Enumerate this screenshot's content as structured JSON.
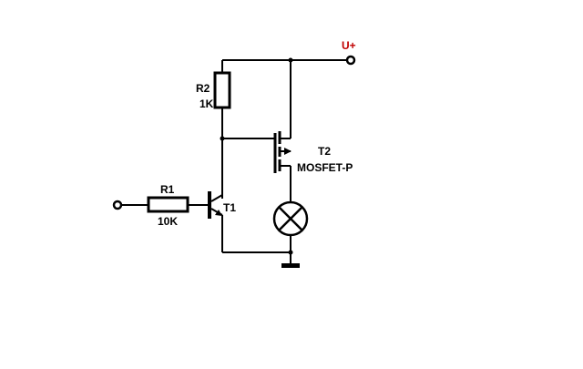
{
  "circuit": {
    "supply_label": "U+",
    "r2": {
      "name": "R2",
      "value": "1K"
    },
    "r1": {
      "name": "R1",
      "value": "10K"
    },
    "t1": {
      "name": "T1"
    },
    "t2": {
      "name": "T2",
      "type": "MOSFET-P"
    }
  },
  "colors": {
    "wire": "#000000",
    "supply_label": "#c00000",
    "background": "#ffffff"
  }
}
